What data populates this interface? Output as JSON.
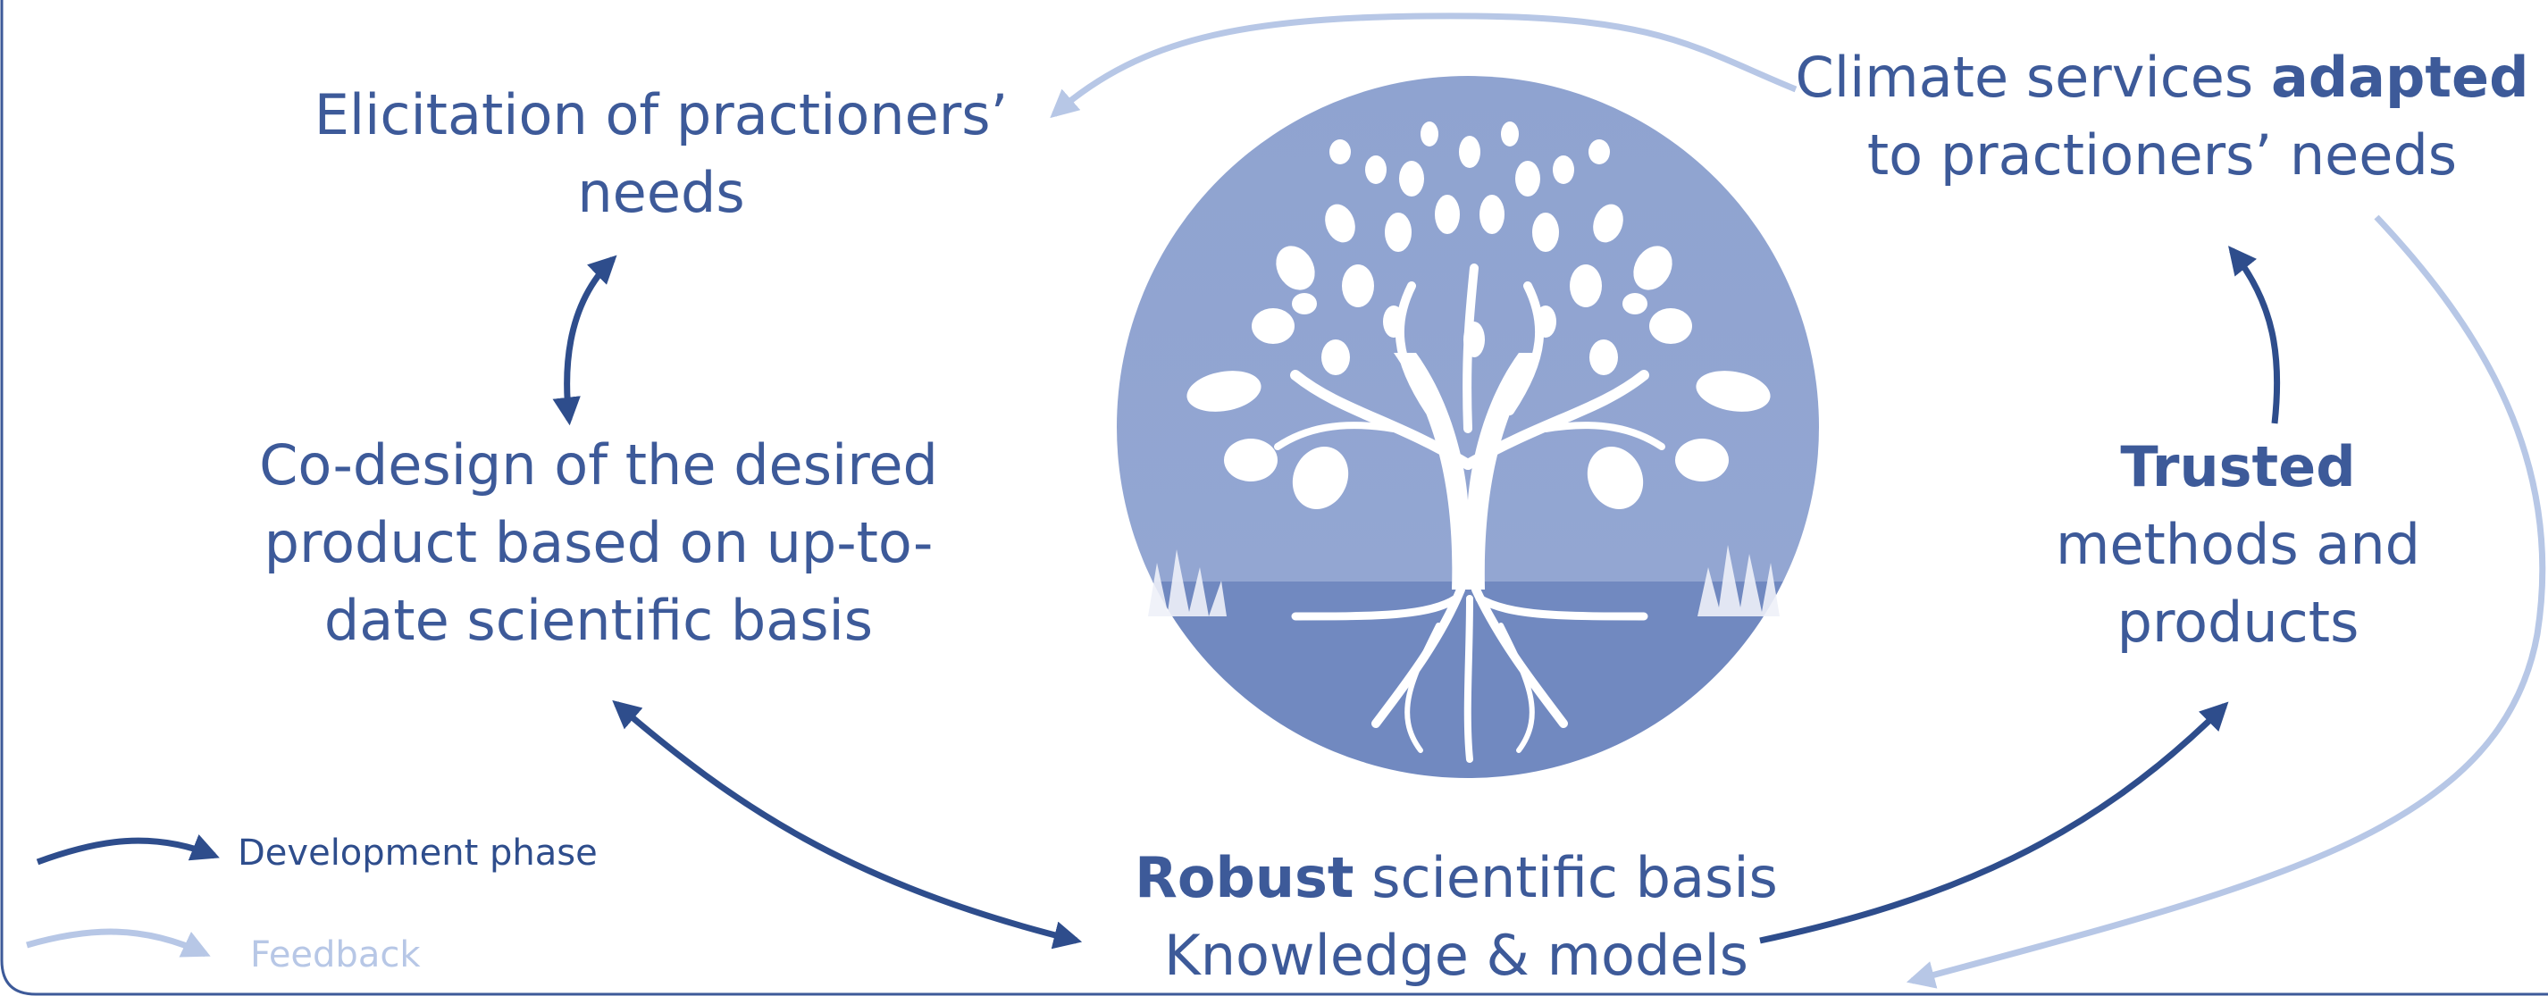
{
  "colors": {
    "text": "#3d5a99",
    "development_arrow": "#2e4d8c",
    "feedback_arrow": "#b7c7e6",
    "tree_circle_top": "#8fa3d0",
    "tree_circle_bottom": "#7189c0",
    "tree_fill": "#ffffff",
    "frame": "#3d5a99"
  },
  "nodes": {
    "elicitation": {
      "line1": "Elicitation of practioners’",
      "line2": "needs"
    },
    "codesign": {
      "line1": "Co-design of the desired",
      "line2": "product based on up-to-",
      "line3": "date scientific basis"
    },
    "climate_services": {
      "pre": "Climate services ",
      "bold": "adapted",
      "line2": "to practioners’ needs"
    },
    "trusted": {
      "bold": "Trusted",
      "line2": "methods and",
      "line3": "products"
    },
    "robust": {
      "bold": "Robust",
      "post": " scientific basis",
      "line2": "Knowledge & models"
    }
  },
  "legend": {
    "development": "Development phase",
    "feedback": "Feedback"
  },
  "center_icon": "tree-of-life-icon"
}
